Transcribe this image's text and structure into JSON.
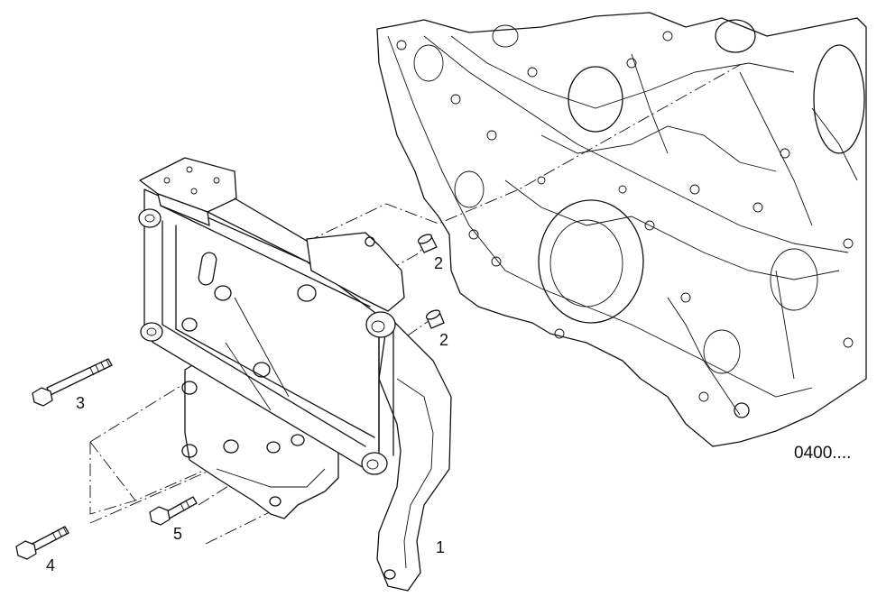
{
  "callouts": {
    "part_1": "1",
    "part_2a": "2",
    "part_2b": "2",
    "part_3": "3",
    "part_4": "4",
    "part_5": "5"
  },
  "reference_code": "0400...."
}
